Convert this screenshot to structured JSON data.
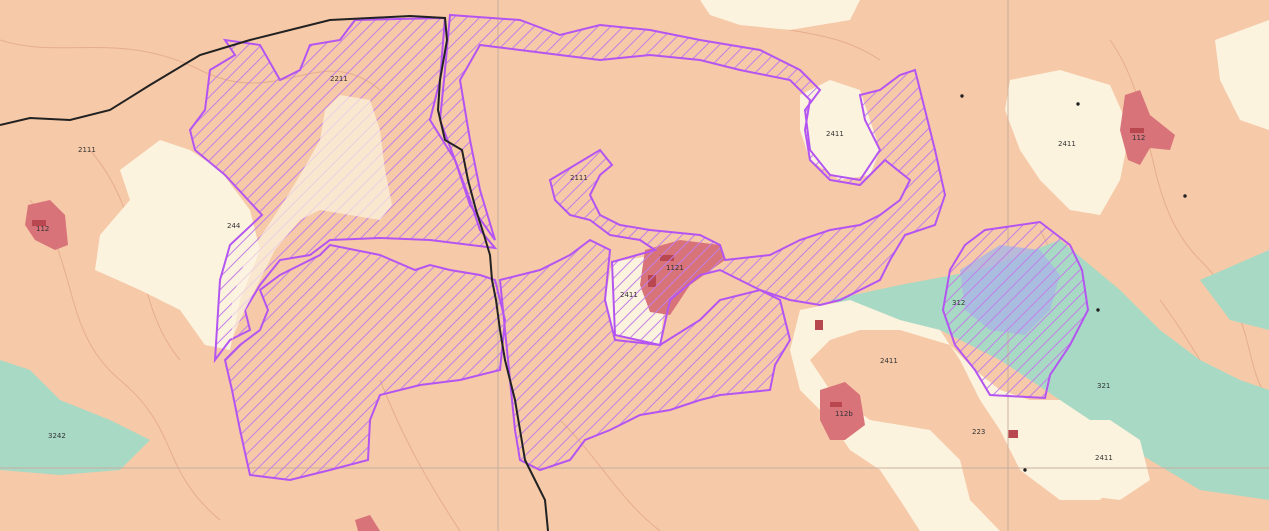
{
  "colors": {
    "background": "#f6c9a8",
    "cream_zone": "#fcf3df",
    "teal_zone": "#a8d9c4",
    "urban_zone": "#d9737a",
    "urban_dark": "#b9474f",
    "boundary_purple": "#b455f2",
    "hatch": "#c27ee8",
    "blue_tint": "#a9b6e6",
    "road": "#222222",
    "grid_line": "#c7b09e",
    "contour": "#e6ae8d"
  },
  "labels": {
    "l_2111_tl": "2111",
    "l_2111_mid": "2111",
    "l_2111_top": "2211",
    "l_244": "244",
    "l_2411_top": "2411",
    "l_2411_tr": "2411",
    "l_2411_center": "2411",
    "l_2411_right": "2411",
    "l_2411_br": "2411",
    "l_112_left": "112",
    "l_112_center": "1121",
    "l_112_tr": "112",
    "l_112_bottom": "112b",
    "l_312": "312",
    "l_321": "321",
    "l_3242": "3242",
    "l_223": "223"
  }
}
